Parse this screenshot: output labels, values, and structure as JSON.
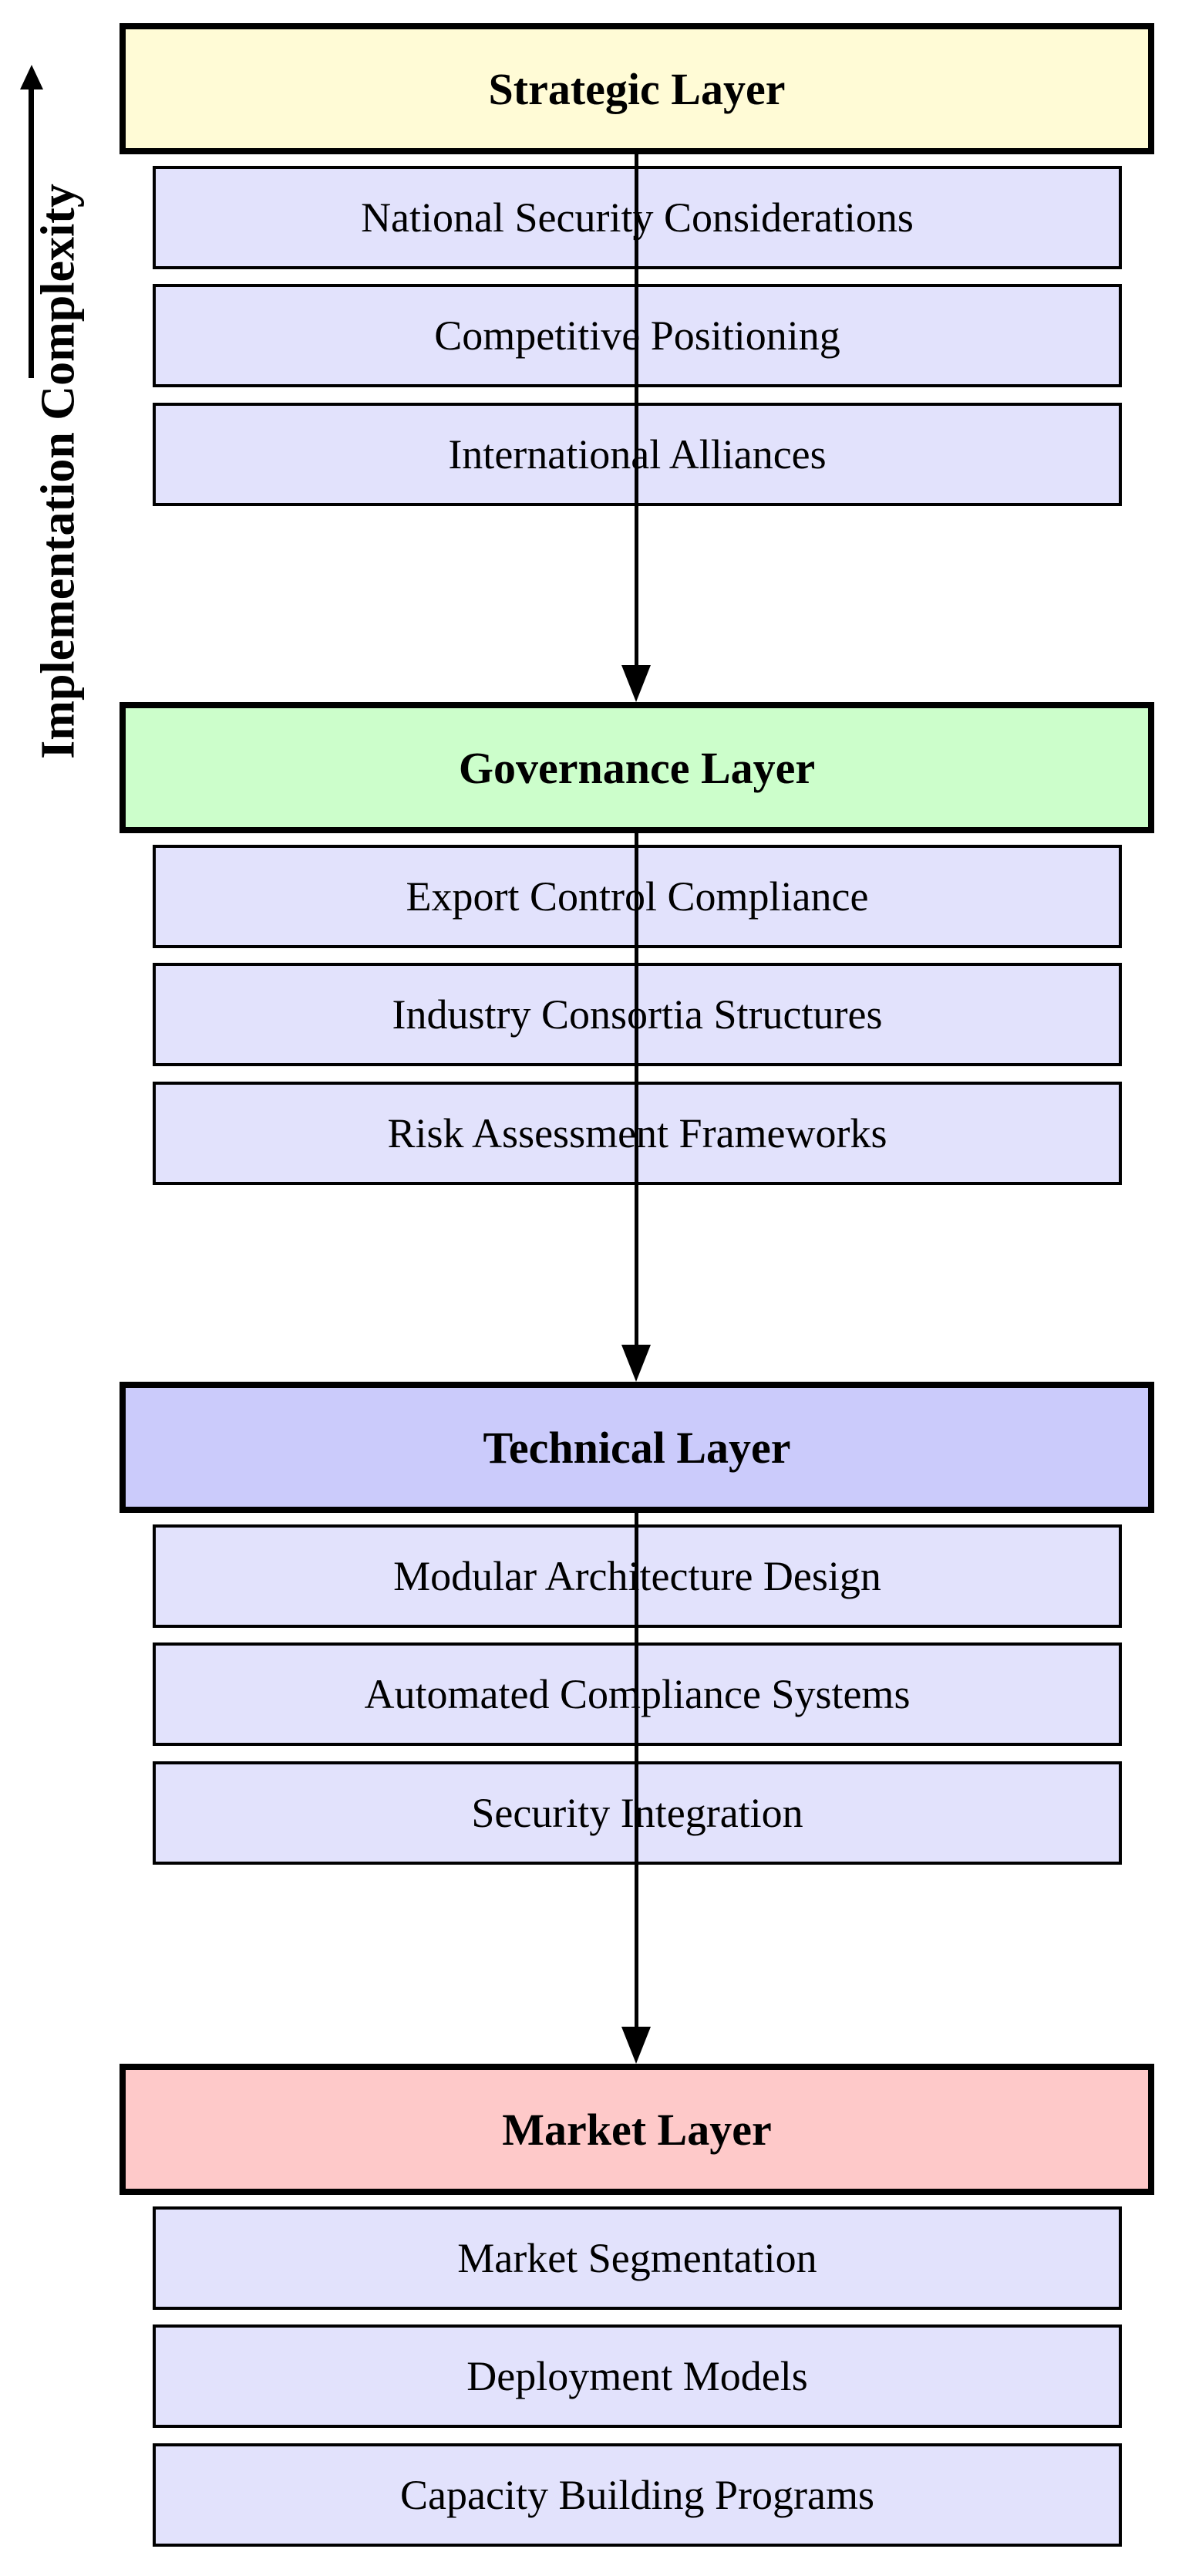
{
  "diagram": {
    "axis_label": "Implementation Complexity",
    "line_color": "#000000",
    "item_fill": "#E2E2FC",
    "layers": [
      {
        "title": "Strategic Layer",
        "fill": "#FFFBD6",
        "items": [
          "National Security Considerations",
          "Competitive Positioning",
          "International Alliances"
        ]
      },
      {
        "title": "Governance Layer",
        "fill": "#CCFECB",
        "items": [
          "Export Control Compliance",
          "Industry Consortia Structures",
          "Risk Assessment Frameworks"
        ]
      },
      {
        "title": "Technical Layer",
        "fill": "#CBCBFB",
        "items": [
          "Modular Architecture Design",
          "Automated Compliance Systems",
          "Security Integration"
        ]
      },
      {
        "title": "Market Layer",
        "fill": "#FEC9C9",
        "items": [
          "Market Segmentation",
          "Deployment Models",
          "Capacity Building Programs"
        ]
      }
    ]
  }
}
